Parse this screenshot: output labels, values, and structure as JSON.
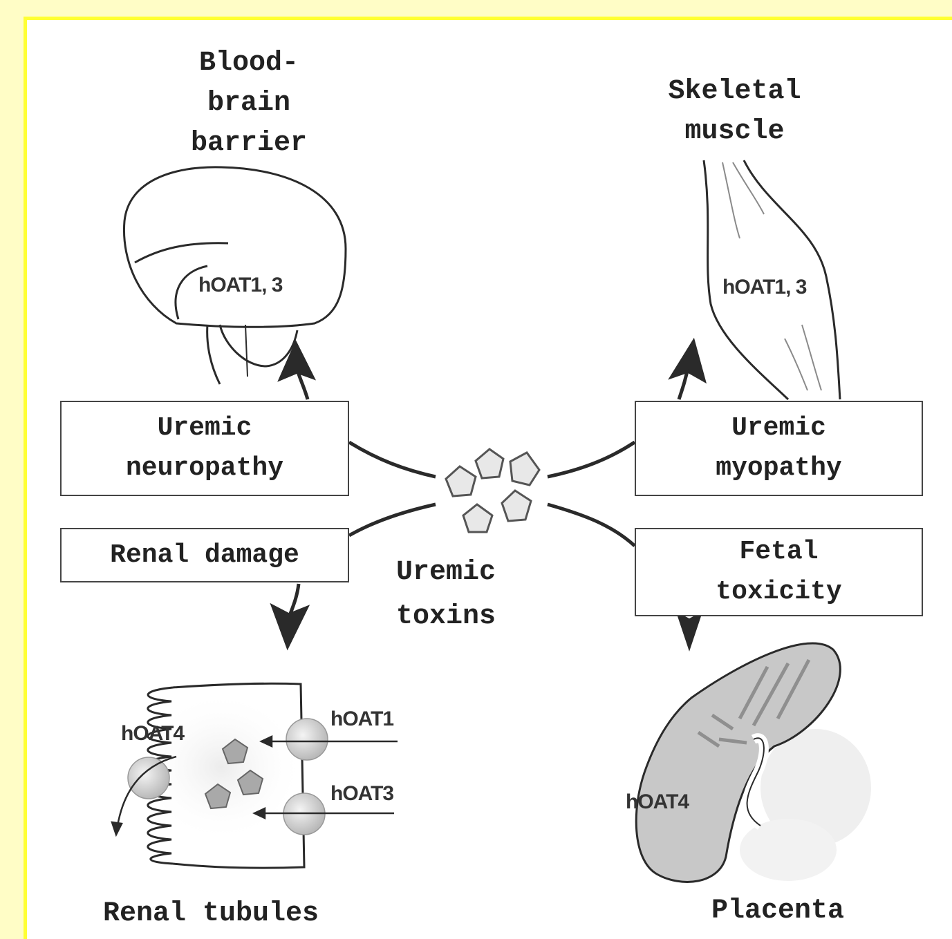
{
  "labels": {
    "bbb": "Blood-\nbrain\nbarrier",
    "skeletal": "Skeletal\nmuscle",
    "renal_tubules": "Renal  tubules",
    "placenta": "Placenta",
    "uremic_toxins": "Uremic\ntoxins"
  },
  "boxes": {
    "neuropathy": "Uremic\nneuropathy",
    "myopathy": "Uremic\nmyopathy",
    "renal_damage": "Renal  damage",
    "fetal_toxicity": "Fetal\ntoxicity"
  },
  "transporters": {
    "brain": "hOAT1, 3",
    "muscle": "hOAT1, 3",
    "renal_oat4": "hOAT4",
    "renal_oat1": "hOAT1",
    "renal_oat3": "hOAT3",
    "placenta": "hOAT4"
  },
  "colors": {
    "background": "#fffdc6",
    "frame_border": "#ffff33",
    "line": "#2a2a2a",
    "placenta_fill": "#c8c8c8"
  }
}
